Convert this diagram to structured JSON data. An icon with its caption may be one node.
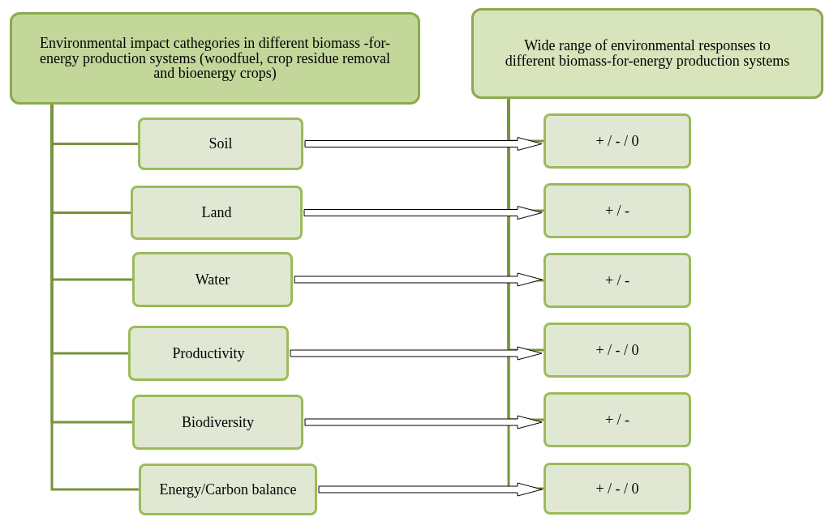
{
  "diagram": {
    "nodes": [
      {
        "text": [
          "Environmental impact cathegories in different biomass -for-energy production systems (woodfuel, crop residue removal and bioenergy crops)"
        ]
      },
      {
        "text": [
          "Soil"
        ]
      },
      {
        "text": [
          "Land"
        ]
      },
      {
        "text": [
          "Water"
        ]
      },
      {
        "text": [
          "Productivity"
        ]
      },
      {
        "text": [
          "Biodiversity"
        ]
      },
      {
        "text": [
          "Energy/Carbon balance"
        ]
      },
      {
        "text": [
          "Wide range of environmental responses to different biomass-for-energy production systems"
        ]
      },
      {
        "text": [
          "+ / - / 0"
        ]
      },
      {
        "text": [
          "+ / -"
        ]
      },
      {
        "text": [
          "+ / -"
        ]
      },
      {
        "text": [
          "+ / - / 0"
        ]
      },
      {
        "text": [
          "+ / -"
        ]
      },
      {
        "text": [
          "+ / - / 0"
        ]
      }
    ],
    "edges": [
      {
        "from": 0,
        "to": 1,
        "arrow": "none"
      },
      {
        "from": 0,
        "to": 2,
        "arrow": "none"
      },
      {
        "from": 0,
        "to": 3,
        "arrow": "none"
      },
      {
        "from": 0,
        "to": 4,
        "arrow": "none"
      },
      {
        "from": 0,
        "to": 5,
        "arrow": "none"
      },
      {
        "from": 0,
        "to": 6,
        "arrow": "none"
      },
      {
        "from": 7,
        "to": 8,
        "arrow": "none"
      },
      {
        "from": 7,
        "to": 9,
        "arrow": "none"
      },
      {
        "from": 7,
        "to": 10,
        "arrow": "none"
      },
      {
        "from": 7,
        "to": 11,
        "arrow": "none"
      },
      {
        "from": 7,
        "to": 12,
        "arrow": "none"
      },
      {
        "from": 7,
        "to": 13,
        "arrow": "none"
      },
      {
        "from": 1,
        "to": 8,
        "arrow": "to"
      },
      {
        "from": 2,
        "to": 9,
        "arrow": "to"
      },
      {
        "from": 3,
        "to": 10,
        "arrow": "to"
      },
      {
        "from": 4,
        "to": 11,
        "arrow": "to"
      },
      {
        "from": 5,
        "to": 12,
        "arrow": "to"
      },
      {
        "from": 6,
        "to": 13,
        "arrow": "to"
      }
    ]
  }
}
